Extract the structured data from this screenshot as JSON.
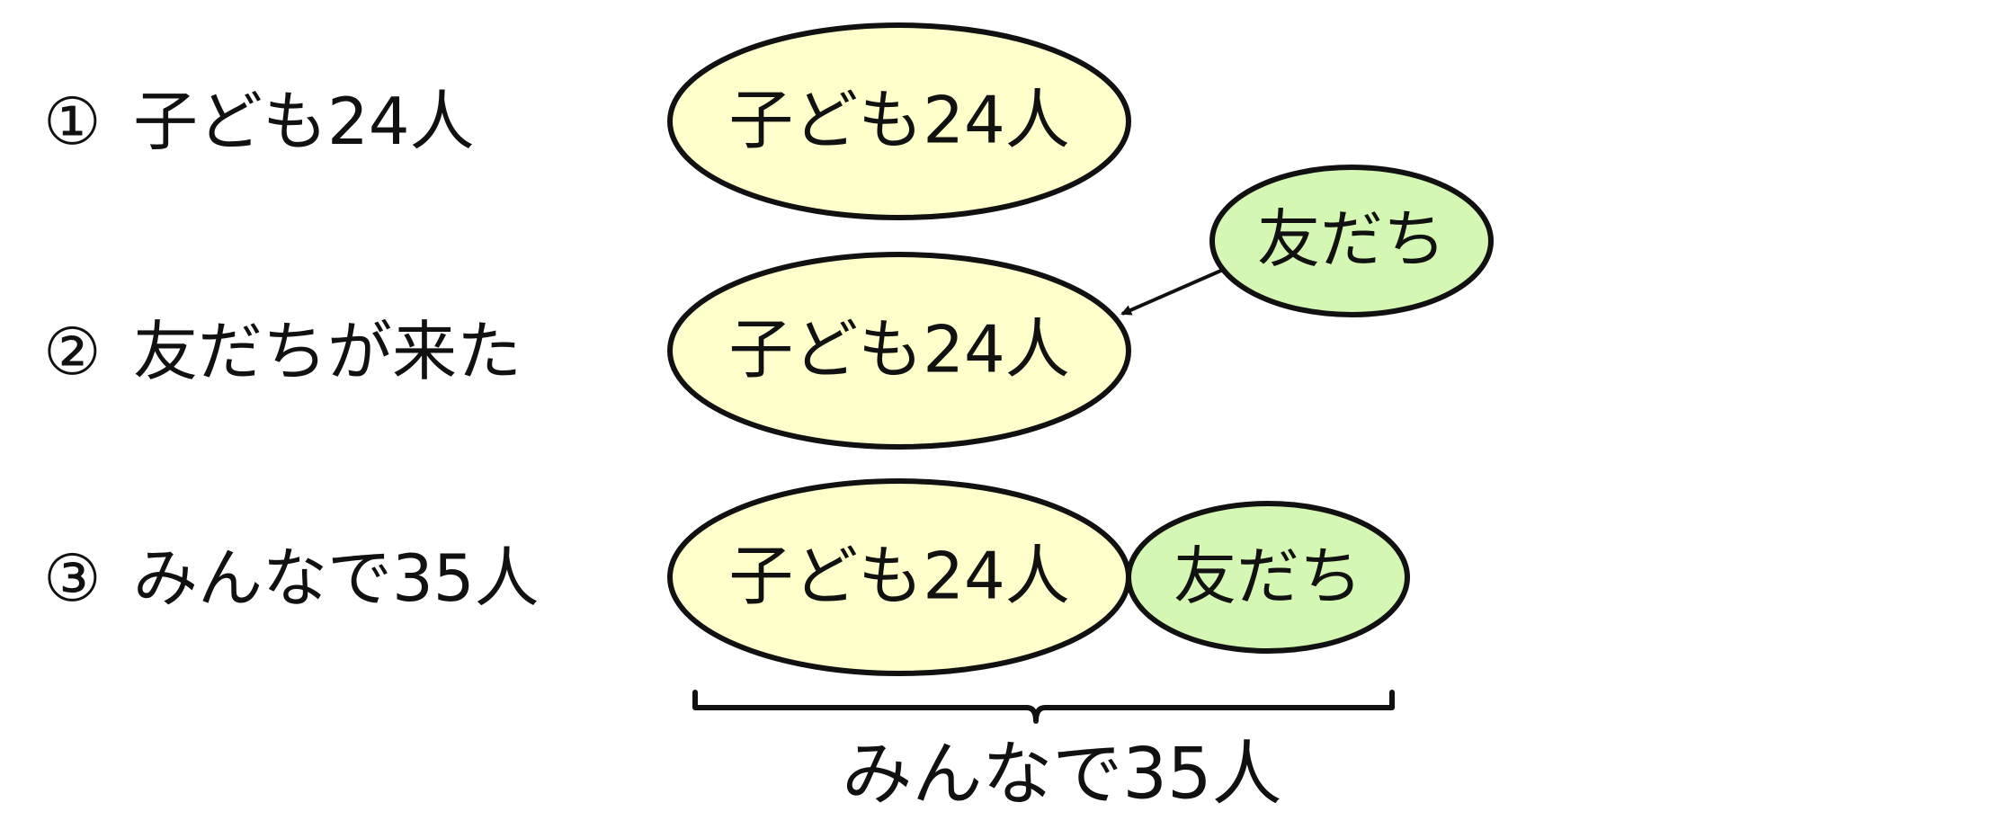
{
  "steps": [
    {
      "marker": "①",
      "text": "子ども24人"
    },
    {
      "marker": "②",
      "text": "友だちが来た"
    },
    {
      "marker": "③",
      "text": "みんなで35人"
    }
  ],
  "bubbles": {
    "children": "子ども24人",
    "friends": "友だち"
  },
  "total": "みんなで35人",
  "colors": {
    "children_fill": "#ffffcc",
    "friends_fill": "#d4f7b3",
    "stroke": "#111111"
  }
}
